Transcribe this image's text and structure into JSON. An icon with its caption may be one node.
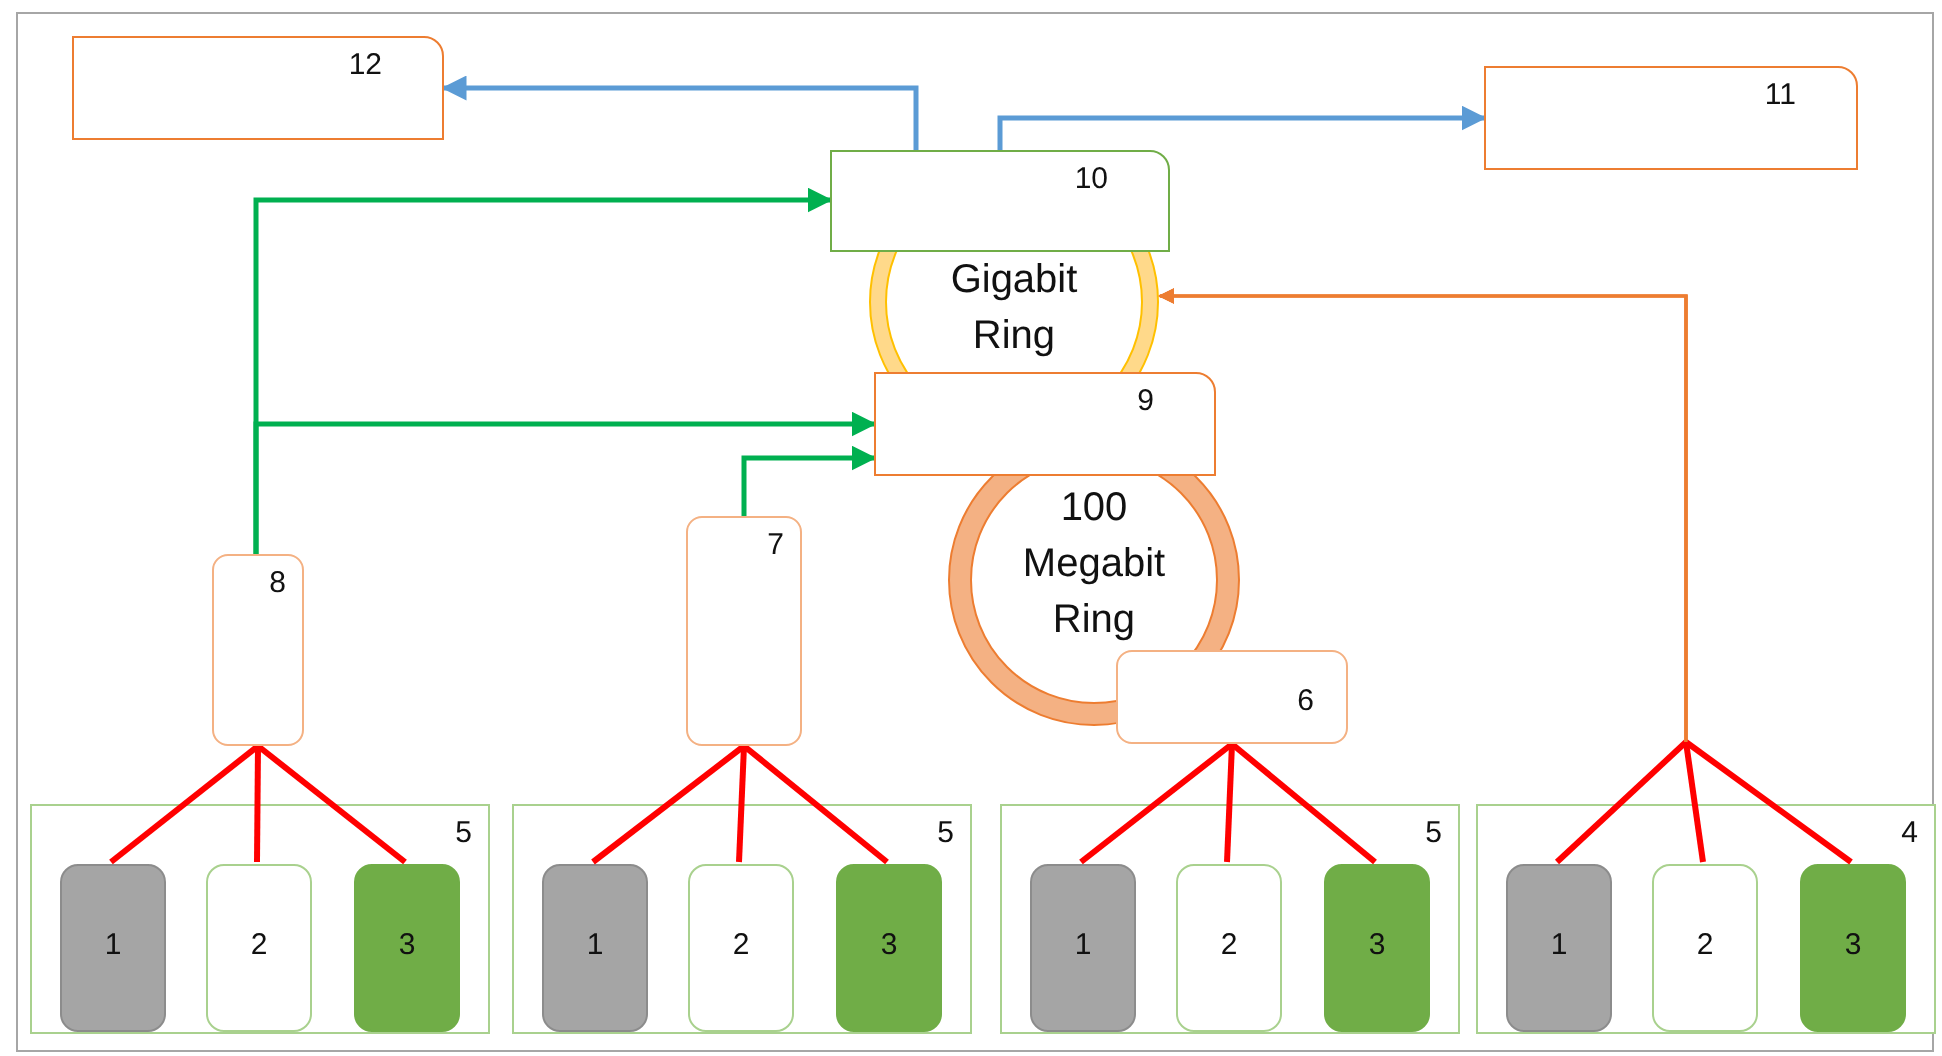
{
  "diagram": {
    "nodes": [
      {
        "text": [
          "12"
        ]
      },
      {
        "text": [
          "11"
        ]
      },
      {
        "text": [
          "10"
        ]
      },
      {
        "text": [
          "Gigabit Ring"
        ]
      },
      {
        "text": [
          "9"
        ]
      },
      {
        "text": [
          "100 Megabit Ring"
        ]
      },
      {
        "text": [
          "6"
        ]
      },
      {
        "text": [
          "8"
        ]
      },
      {
        "text": [
          "7"
        ]
      },
      {
        "text": [
          "5"
        ]
      },
      {
        "text": [
          "1"
        ],
        "in": 9
      },
      {
        "text": [
          "2"
        ],
        "in": 9
      },
      {
        "text": [
          "3"
        ],
        "in": 9
      },
      {
        "text": [
          "5"
        ]
      },
      {
        "text": [
          "1"
        ],
        "in": 13
      },
      {
        "text": [
          "2"
        ],
        "in": 13
      },
      {
        "text": [
          "3"
        ],
        "in": 13
      },
      {
        "text": [
          "5"
        ]
      },
      {
        "text": [
          "1"
        ],
        "in": 17
      },
      {
        "text": [
          "2"
        ],
        "in": 17
      },
      {
        "text": [
          "3"
        ],
        "in": 17
      },
      {
        "text": [
          "4"
        ]
      },
      {
        "text": [
          "1"
        ],
        "in": 21
      },
      {
        "text": [
          "2"
        ],
        "in": 21
      },
      {
        "text": [
          "3"
        ],
        "in": 21
      }
    ],
    "edges": [
      {
        "from": 2,
        "to": 0,
        "arrow": "to",
        "color": "#5b9bd5"
      },
      {
        "from": 2,
        "to": 1,
        "arrow": "to",
        "color": "#5b9bd5"
      },
      {
        "from": 7,
        "to": 2,
        "arrow": "to",
        "color": "#00b050"
      },
      {
        "from": 7,
        "to": 4,
        "arrow": "to",
        "color": "#00b050"
      },
      {
        "from": 8,
        "to": 4,
        "arrow": "to",
        "color": "#00b050"
      },
      {
        "from": 10,
        "to": 7,
        "arrow": "none"
      },
      {
        "from": 11,
        "to": 7,
        "arrow": "none"
      },
      {
        "from": 12,
        "to": 7,
        "arrow": "none"
      },
      {
        "from": 14,
        "to": 8,
        "arrow": "none"
      },
      {
        "from": 15,
        "to": 8,
        "arrow": "none"
      },
      {
        "from": 16,
        "to": 8,
        "arrow": "none"
      },
      {
        "from": 18,
        "to": 6,
        "arrow": "none"
      },
      {
        "from": 19,
        "to": 6,
        "arrow": "none"
      },
      {
        "from": 20,
        "to": 6,
        "arrow": "none"
      },
      {
        "from": 22,
        "to": 3,
        "arrow": "to",
        "color": "#ed7d31"
      },
      {
        "from": 23,
        "to": 3,
        "arrow": "to",
        "color": "#ed7d31"
      },
      {
        "from": 24,
        "to": 3,
        "arrow": "to",
        "color": "#ed7d31"
      }
    ]
  }
}
